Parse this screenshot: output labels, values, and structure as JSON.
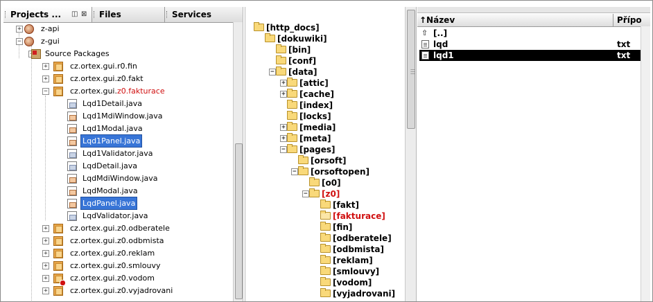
{
  "left_panel": {
    "tabs": {
      "projects": "Projects ...",
      "files": "Files",
      "services": "Services"
    },
    "tree": [
      {
        "label": "z-api",
        "kind": "project"
      },
      {
        "label": "z-gui",
        "kind": "project"
      },
      {
        "label": "Source Packages",
        "kind": "source"
      },
      {
        "label": "cz.ortex.gui.r0.fin",
        "kind": "package"
      },
      {
        "label": "cz.ortex.gui.z0.fakt",
        "kind": "package"
      },
      {
        "label_prefix": "cz.ortex.gui.",
        "label_highlight": "z0.fakturace",
        "kind": "package"
      },
      {
        "label": "Lqd1Detail.java",
        "kind": "java"
      },
      {
        "label": "Lqd1MdiWindow.java",
        "kind": "form"
      },
      {
        "label": "Lqd1Modal.java",
        "kind": "form"
      },
      {
        "label": "Lqd1Panel.java",
        "kind": "form",
        "selected": true
      },
      {
        "label": "Lqd1Validator.java",
        "kind": "java"
      },
      {
        "label": "LqdDetail.java",
        "kind": "java"
      },
      {
        "label": "LqdMdiWindow.java",
        "kind": "form"
      },
      {
        "label": "LqdModal.java",
        "kind": "form"
      },
      {
        "label": "LqdPanel.java",
        "kind": "form",
        "selected": true
      },
      {
        "label": "LqdValidator.java",
        "kind": "java"
      },
      {
        "label": "cz.ortex.gui.z0.odberatele",
        "kind": "package"
      },
      {
        "label": "cz.ortex.gui.z0.odbmista",
        "kind": "package"
      },
      {
        "label": "cz.ortex.gui.z0.reklam",
        "kind": "package"
      },
      {
        "label": "cz.ortex.gui.z0.smlouvy",
        "kind": "package"
      },
      {
        "label": "cz.ortex.gui.z0.vodom",
        "kind": "package"
      },
      {
        "label": "cz.ortex.gui.z0.vyjadrovani",
        "kind": "package"
      }
    ]
  },
  "middle_panel": {
    "folders": [
      {
        "label": "[http_docs]"
      },
      {
        "label": "[dokuwiki]"
      },
      {
        "label": "[bin]"
      },
      {
        "label": "[conf]"
      },
      {
        "label": "[data]"
      },
      {
        "label": "[attic]"
      },
      {
        "label": "[cache]"
      },
      {
        "label": "[index]"
      },
      {
        "label": "[locks]"
      },
      {
        "label": "[media]"
      },
      {
        "label": "[meta]"
      },
      {
        "label": "[pages]"
      },
      {
        "label": "[orsoft]"
      },
      {
        "label": "[orsoftopen]"
      },
      {
        "label": "[o0]"
      },
      {
        "label": "[z0]",
        "highlight": true
      },
      {
        "label": "[fakt]"
      },
      {
        "label": "[fakturace]",
        "highlight": true
      },
      {
        "label": "[fin]"
      },
      {
        "label": "[odberatele]"
      },
      {
        "label": "[odbmista]"
      },
      {
        "label": "[reklam]"
      },
      {
        "label": "[smlouvy]"
      },
      {
        "label": "[vodom]"
      },
      {
        "label": "[vyjadrovani]"
      }
    ]
  },
  "right_panel": {
    "columns": {
      "name": "↑Název",
      "ext": "Přípo"
    },
    "rows": [
      {
        "name": "[..]",
        "ext": "",
        "icon": "up-icon"
      },
      {
        "name": "lqd",
        "ext": "txt",
        "icon": "file-icon"
      },
      {
        "name": "lqd1",
        "ext": "txt",
        "icon": "file-icon",
        "selected": true
      }
    ]
  },
  "colors": {
    "selection_blue": "#3875d7",
    "highlight_red": "#d01010",
    "folder_yellow": "#f9d97a"
  }
}
